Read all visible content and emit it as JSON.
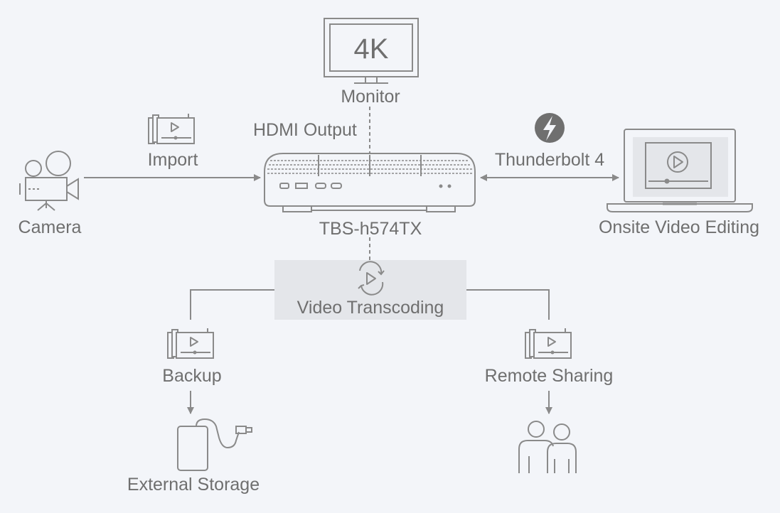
{
  "diagram": {
    "monitor": {
      "screen_text": "4K",
      "label": "Monitor"
    },
    "hdmi_label": "HDMI Output",
    "import_label": "Import",
    "thunderbolt_label": "Thunderbolt 4",
    "camera_label": "Camera",
    "nas_label": "TBS-h574TX",
    "laptop_label": "Onsite Video Editing",
    "transcoding_label": "Video Transcoding",
    "backup_label": "Backup",
    "remote_label": "Remote Sharing",
    "storage_label": "External Storage"
  },
  "colors": {
    "stroke": "#8a8a8a",
    "text": "#6f6f6f",
    "background": "#f3f5f9",
    "highlight_box": "#e4e6ea"
  }
}
